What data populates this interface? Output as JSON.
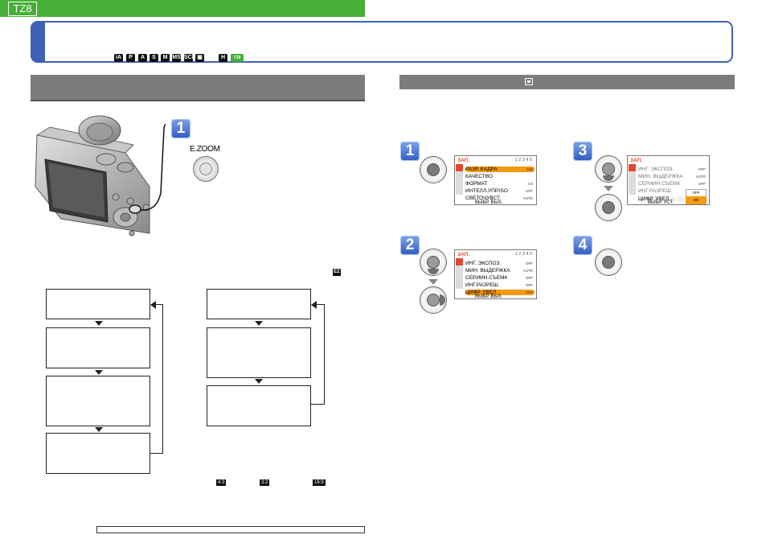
{
  "header": {
    "badge": "TZ8",
    "mode_icons": [
      "iA",
      "P",
      "A",
      "S",
      "M",
      "MS",
      "SCN",
      "clip",
      "H",
      "TZ8"
    ]
  },
  "left": {
    "button_label": "E.ZOOM",
    "step": "1",
    "aspect_icons": [
      "4:3",
      "3:2",
      "16:9"
    ]
  },
  "right": {
    "steps": [
      "1",
      "2",
      "3",
      "4"
    ],
    "menu_title": "ЗАП.",
    "menu1": {
      "page": "1 2 3 4 5",
      "rows": [
        {
          "label": "РАЗР. КАДРА",
          "value": "12м"
        },
        {
          "label": "КАЧЕСТВО",
          "value": ""
        },
        {
          "label": "ФОРМАТ",
          "value": "4:3"
        },
        {
          "label": "ИНТЕЛЛ.УПР.ISO",
          "value": "OFF"
        },
        {
          "label": "СВЕТОЧУВСТ.",
          "value": "AUTO"
        }
      ],
      "footer": "ВЫБР. ВЫХ."
    },
    "menu2": {
      "page": "1 2 3 4 5",
      "rows": [
        {
          "label": "ИНГ. ЭКСПОЗ.",
          "value": "OFF"
        },
        {
          "label": "МИН. ВЫДЕРЖКА",
          "value": "AUTO"
        },
        {
          "label": "СЕРИЙН.СЪЕМК",
          "value": "OFF"
        },
        {
          "label": "ИНГ.РАЗРЕШ.",
          "value": "OFF"
        },
        {
          "label": "ЦИФР. УВЕЛ",
          "value": "OFF"
        }
      ],
      "footer": "ВЫБР. ВЫХ."
    },
    "menu3": {
      "rows": [
        {
          "label": "ИНГ. ЭКСПОЗ.",
          "value": "OFF"
        },
        {
          "label": "МИН. ВЫДЕРЖКА",
          "value": "AUTO"
        },
        {
          "label": "СЕРИЙН.СЪЕМК",
          "value": "OFF"
        },
        {
          "label": "ИНГ.РАЗРЕШ.",
          "value": "OFF"
        },
        {
          "label": "ЦИФР. УВЕЛ",
          "value": "ON"
        }
      ],
      "footer": "ВЫБР. УСТ."
    }
  },
  "colors": {
    "tz_green": "#45b035",
    "title_blue": "#3f61b5",
    "section_gray": "#7c7c7c",
    "menu_highlight": "#f39a10",
    "step_blue": "#3f67c4"
  }
}
